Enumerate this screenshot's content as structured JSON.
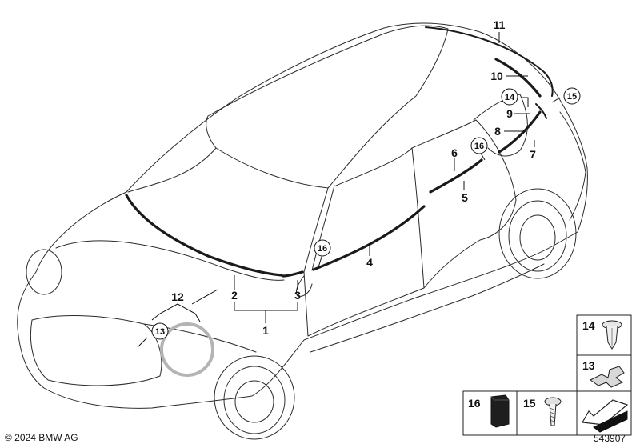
{
  "diagram": {
    "callouts": {
      "c1": "1",
      "c2": "2",
      "c3": "3",
      "c4": "4",
      "c5": "5",
      "c6": "6",
      "c7": "7",
      "c8": "8",
      "c9": "9",
      "c10": "10",
      "c11": "11",
      "c12": "12",
      "c13": "13",
      "c14": "14",
      "c15": "15",
      "c16a": "16",
      "c16b": "16"
    },
    "parts_legend": {
      "p14": "14",
      "p13": "13",
      "p16": "16",
      "p15": "15"
    }
  },
  "footer": {
    "copyright": "© 2024 BMW AG",
    "part_number": "543907"
  },
  "colors": {
    "line": "#2a2a2a",
    "strip": "#1a1a1a",
    "ring": "#b4b4b4",
    "background": "#ffffff"
  }
}
